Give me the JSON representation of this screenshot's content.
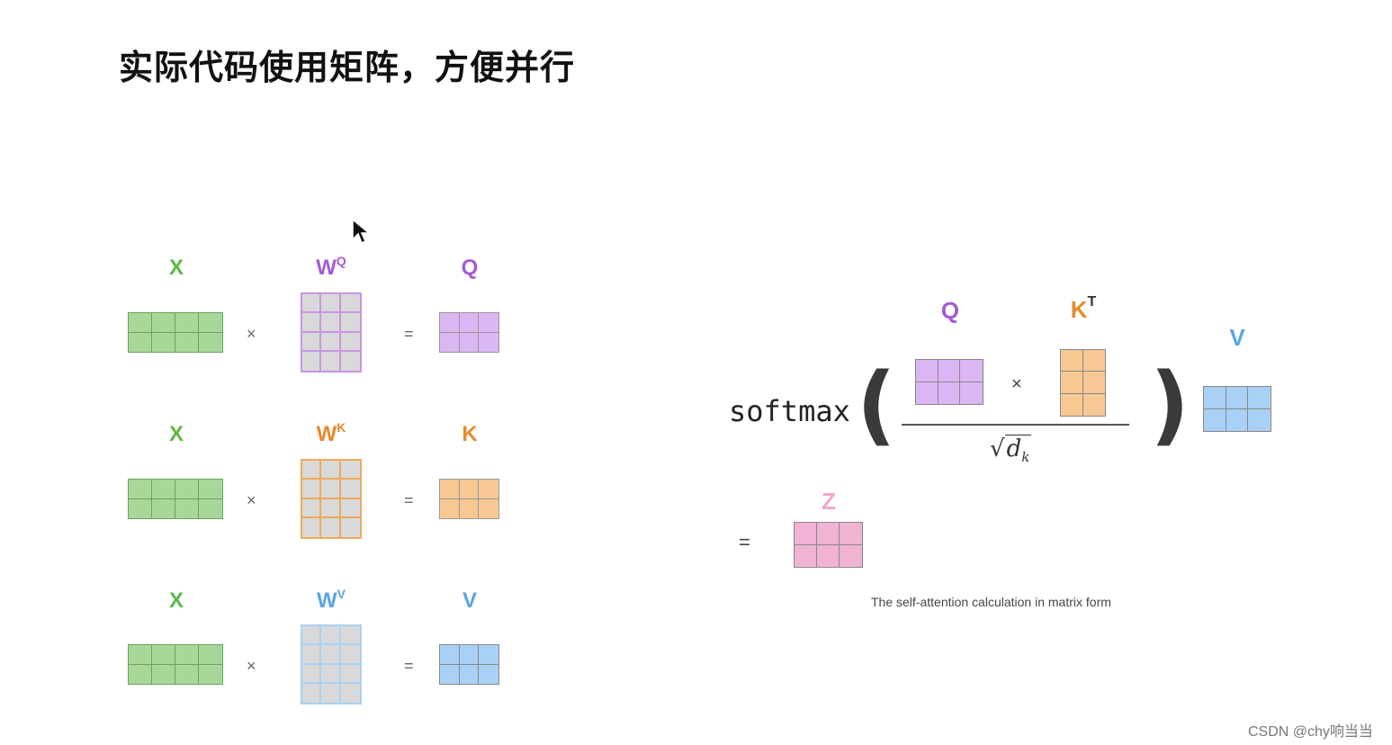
{
  "title": "实际代码使用矩阵，方便并行",
  "operators": {
    "times": "×",
    "equals": "="
  },
  "colors": {
    "green_fill": "#a7d89a",
    "green_border": "#6aa35e",
    "gray_fill": "#d9d9d9",
    "purple_fill": "#dab6f2",
    "purple_border": "#c994e6",
    "purple_text": "#a35bd6",
    "orange_fill": "#f7c894",
    "orange_border": "#efa95a",
    "orange_text": "#e88a2c",
    "blue_fill": "#a9d1f5",
    "blue_border": "#8ebcea",
    "blue_text": "#5aa4e8",
    "pink_fill": "#f0b3d3",
    "pink_text": "#f2a6cc",
    "x_text": "#5bb845"
  },
  "rows": [
    {
      "x_label": "X",
      "w_label": "W",
      "w_sup": "Q",
      "out_label": "Q",
      "color": "purple"
    },
    {
      "x_label": "X",
      "w_label": "W",
      "w_sup": "K",
      "out_label": "K",
      "color": "orange"
    },
    {
      "x_label": "X",
      "w_label": "W",
      "w_sup": "V",
      "out_label": "V",
      "color": "blue"
    }
  ],
  "formula": {
    "softmax": "softmax",
    "open_paren": "(",
    "close_paren": ")",
    "q_label": "Q",
    "k_label": "K",
    "k_sup": "T",
    "v_label": "V",
    "sqrt_symbol": "√",
    "sqrt_var": "d",
    "sqrt_sub": "k",
    "z_label": "Z"
  },
  "caption": "The self-attention calculation in matrix form",
  "watermark": "CSDN @chy响当当"
}
